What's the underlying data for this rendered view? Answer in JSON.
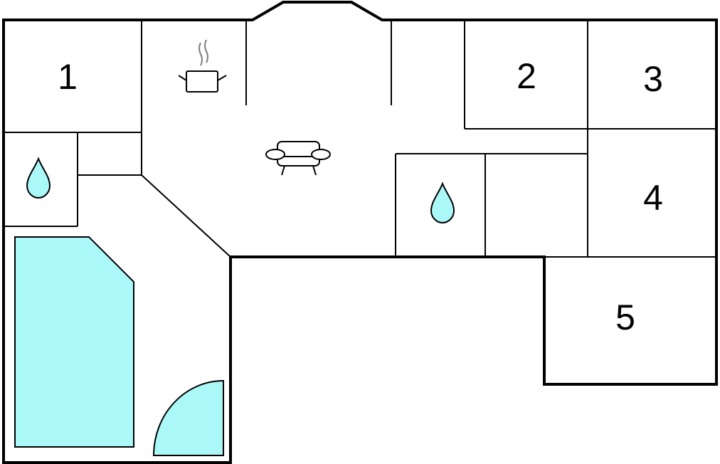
{
  "colors": {
    "wall": "#000000",
    "water": "#aaf8f8",
    "steam": "#808080",
    "background": "#ffffff"
  },
  "icons": [
    "kitchen-pot-icon",
    "sofa-icon",
    "water-drop-icon",
    "pool-icon",
    "jacuzzi-icon"
  ],
  "rooms": [
    {
      "label": "1"
    },
    {
      "label": "2"
    },
    {
      "label": "3"
    },
    {
      "label": "4"
    },
    {
      "label": "5"
    }
  ]
}
